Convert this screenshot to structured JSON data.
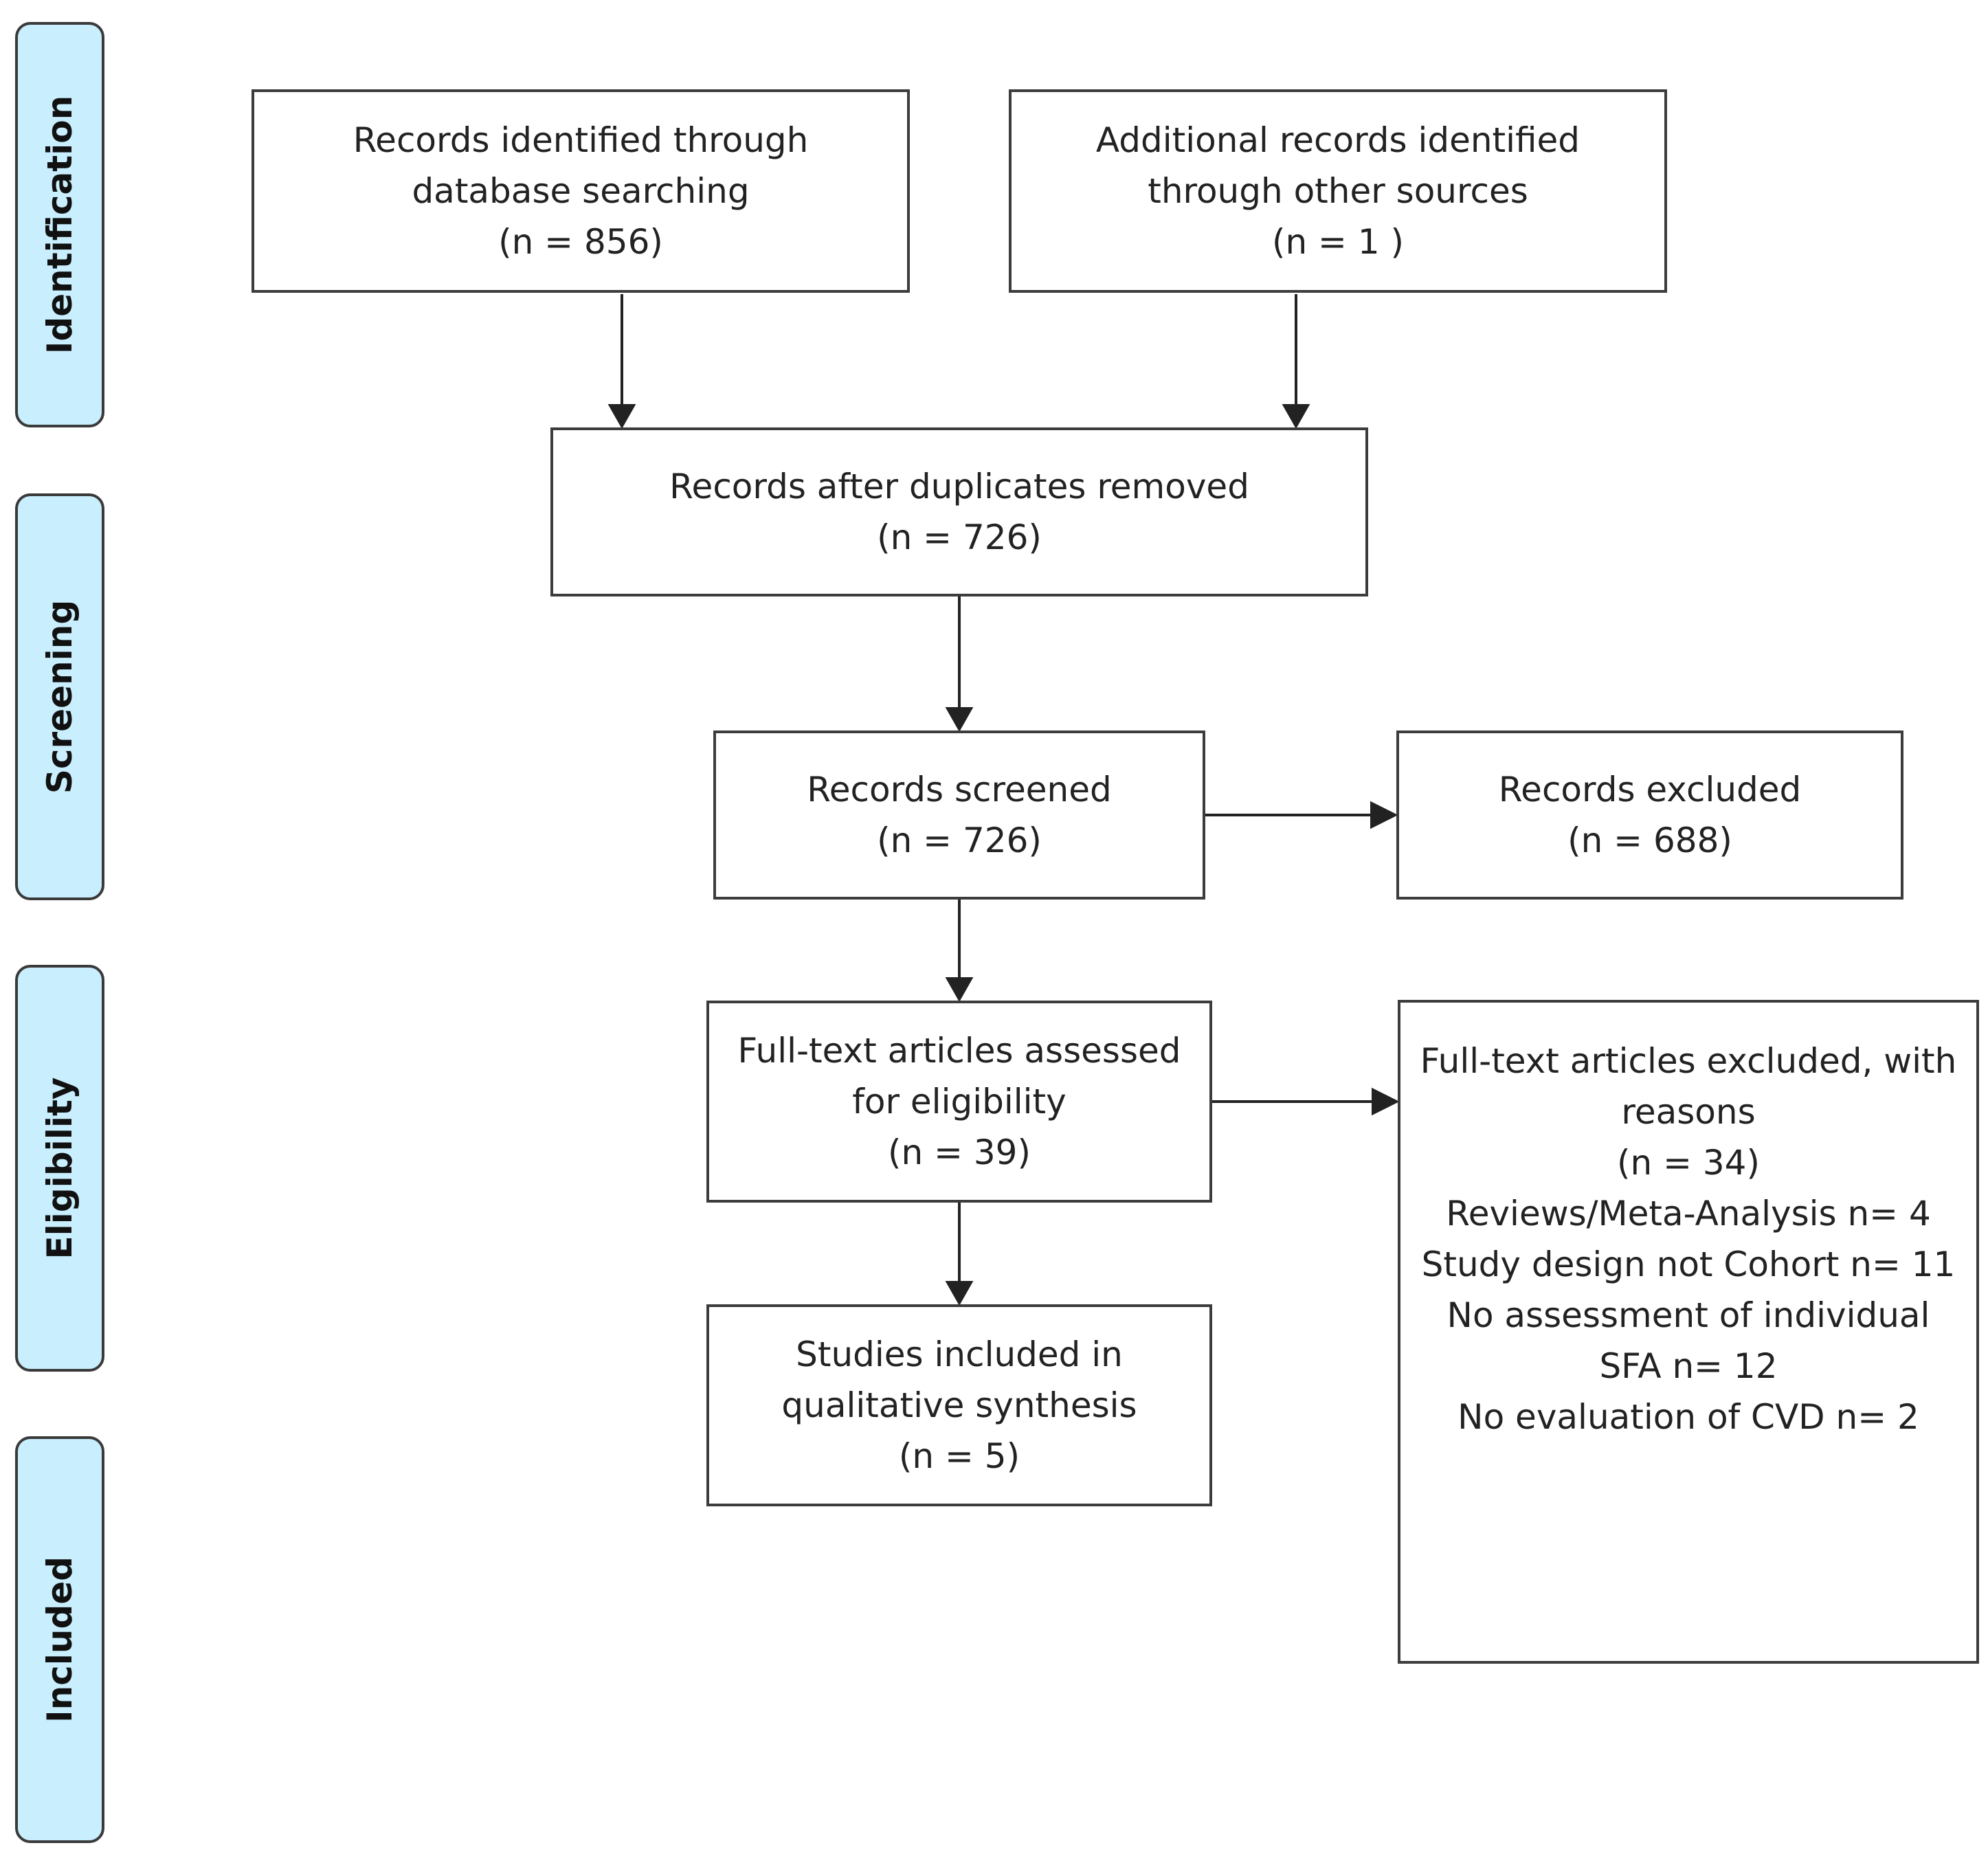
{
  "phases": {
    "identification": "Identification",
    "screening": "Screening",
    "eligibility": "Eligibility",
    "included": "Included"
  },
  "boxes": {
    "database_records": {
      "lines": [
        "Records identified through",
        "database searching",
        "(n = 856)"
      ]
    },
    "other_sources": {
      "lines": [
        "Additional records identified",
        "through other sources",
        "(n = 1 )"
      ]
    },
    "after_duplicates": {
      "lines": [
        "Records after duplicates removed",
        "(n = 726)"
      ]
    },
    "screened": {
      "lines": [
        "Records screened",
        "(n = 726)"
      ]
    },
    "excluded": {
      "lines": [
        "Records excluded",
        "(n = 688)"
      ]
    },
    "fulltext_assessed": {
      "lines": [
        "Full-text articles assessed",
        "for eligibility",
        "(n = 39)"
      ]
    },
    "fulltext_excluded": {
      "lines": [
        "Full-text articles excluded, with",
        "reasons",
        "(n = 34)",
        "Reviews/Meta-Analysis n= 4",
        "Study design not Cohort n= 11",
        "No assessment of individual",
        "SFA n= 12",
        "No evaluation of CVD n= 2"
      ]
    },
    "included_studies": {
      "lines": [
        "Studies included in",
        "qualitative synthesis",
        "(n = 5)"
      ]
    }
  }
}
